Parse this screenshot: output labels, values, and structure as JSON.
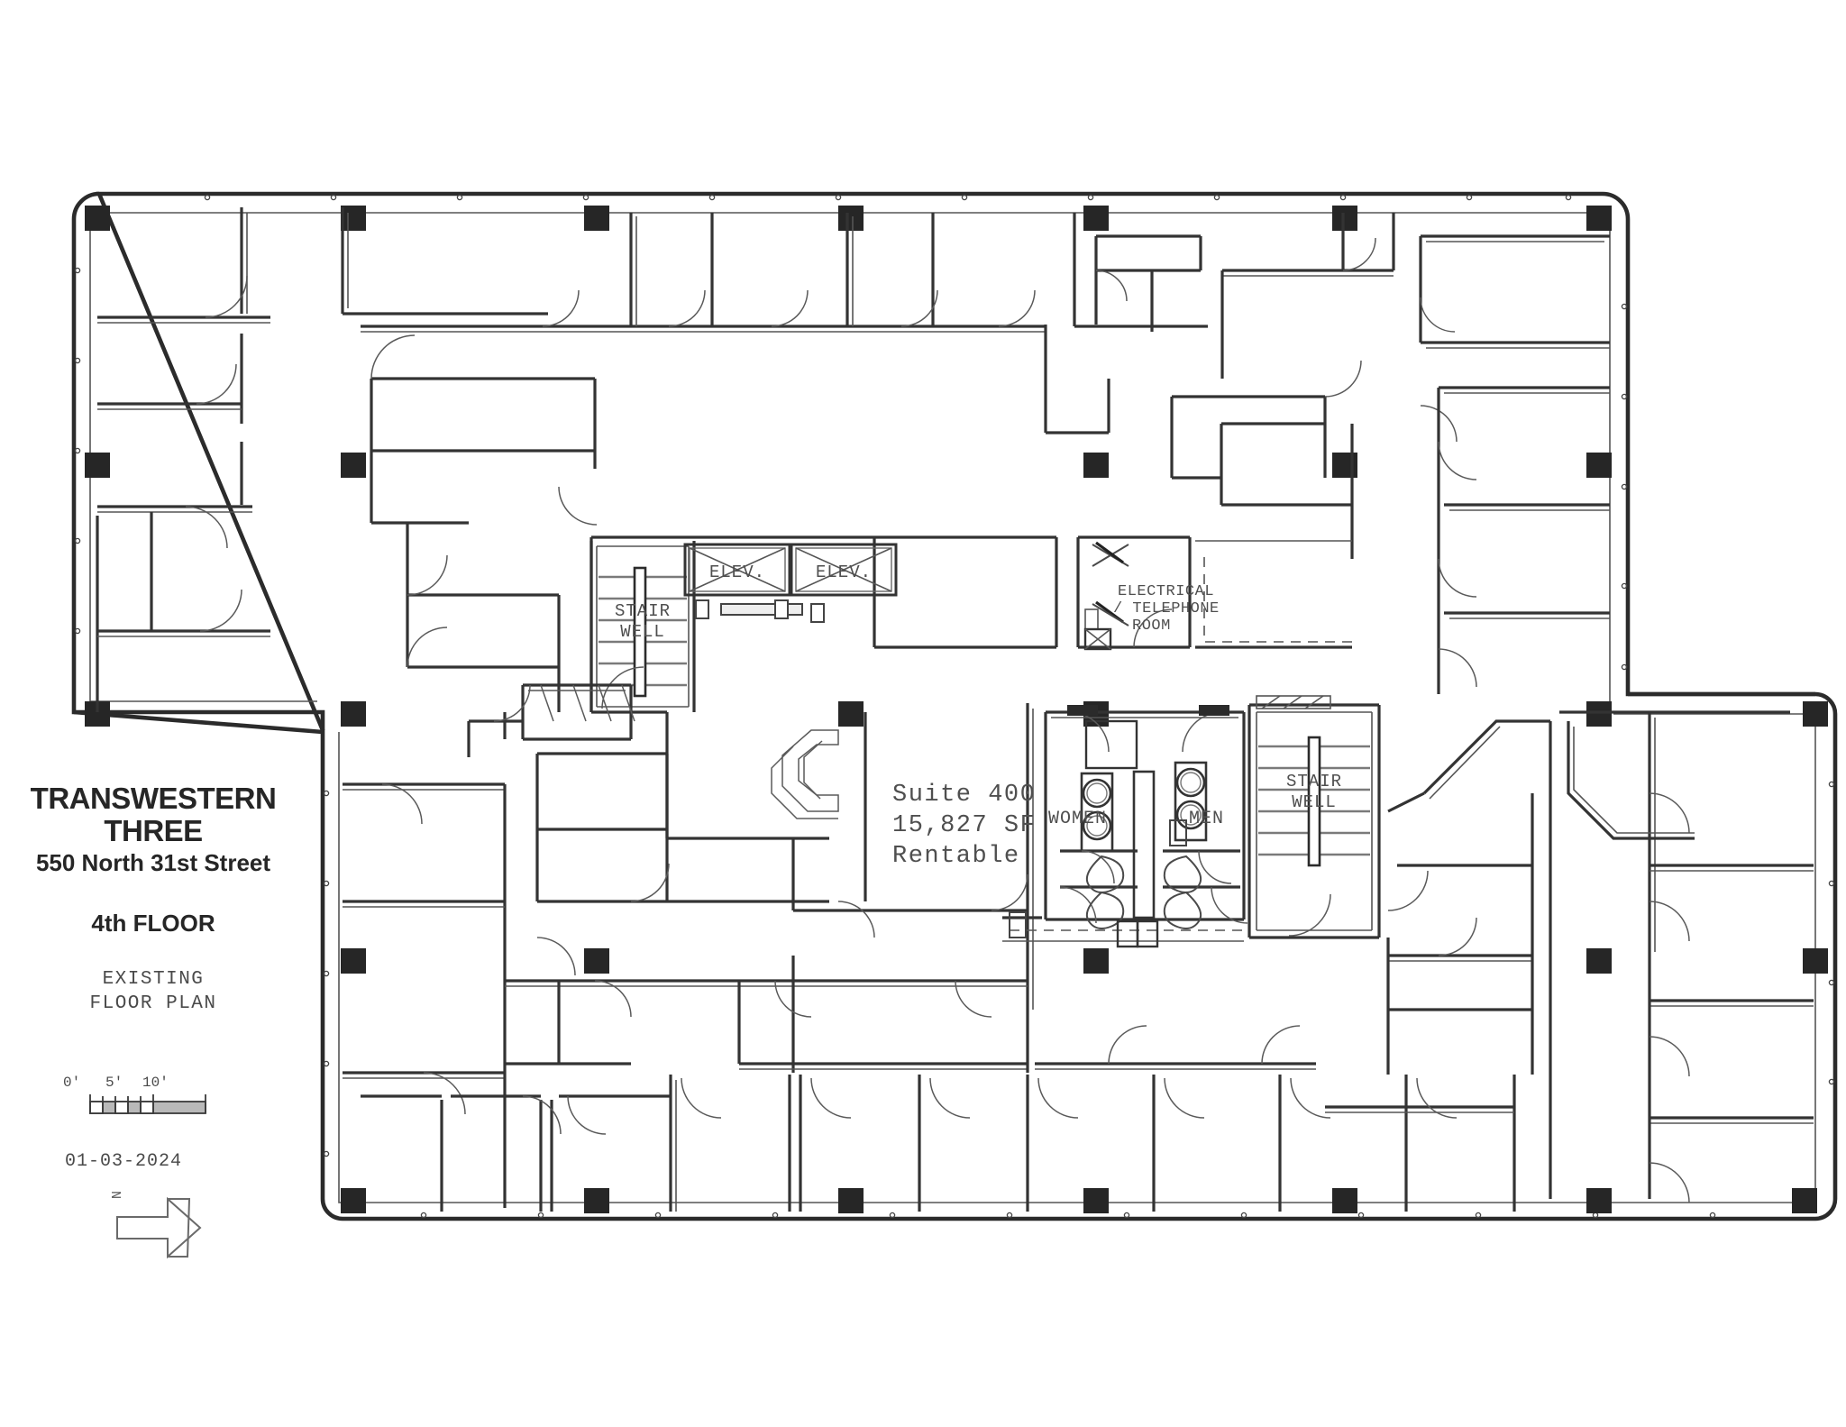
{
  "document": {
    "type": "architectural-floor-plan",
    "company": "TRANSWESTERN",
    "building": "THREE",
    "address": "550 North 31st Street",
    "floor": "4th FLOOR",
    "drawing_line1": "EXISTING",
    "drawing_line2": "FLOOR PLAN",
    "date": "01-03-2024"
  },
  "scale_bar": {
    "start": "0'",
    "mid": "5'",
    "end": "10'"
  },
  "north_arrow": {
    "label": "N",
    "direction": "right"
  },
  "suite": {
    "name": "Suite 400",
    "area": "15,827 SF",
    "area_type": "Rentable"
  },
  "rooms": {
    "stair_well_left_line1": "STAIR",
    "stair_well_left_line2": "WELL",
    "stair_well_right_line1": "STAIR",
    "stair_well_right_line2": "WELL",
    "elevator_1": "ELEV.",
    "elevator_2": "ELEV.",
    "electrical_line1": "ELECTRICAL",
    "electrical_line2": "/ TELEPHONE",
    "electrical_line3": "ROOM",
    "restroom_women": "WOMEN",
    "restroom_men": "MEN"
  },
  "colors": {
    "ink": "#2b2b2b",
    "wall": "#3a3a3a",
    "thin": "#666666",
    "column": "#262626",
    "text": "#4f4f4f",
    "background": "#ffffff"
  }
}
